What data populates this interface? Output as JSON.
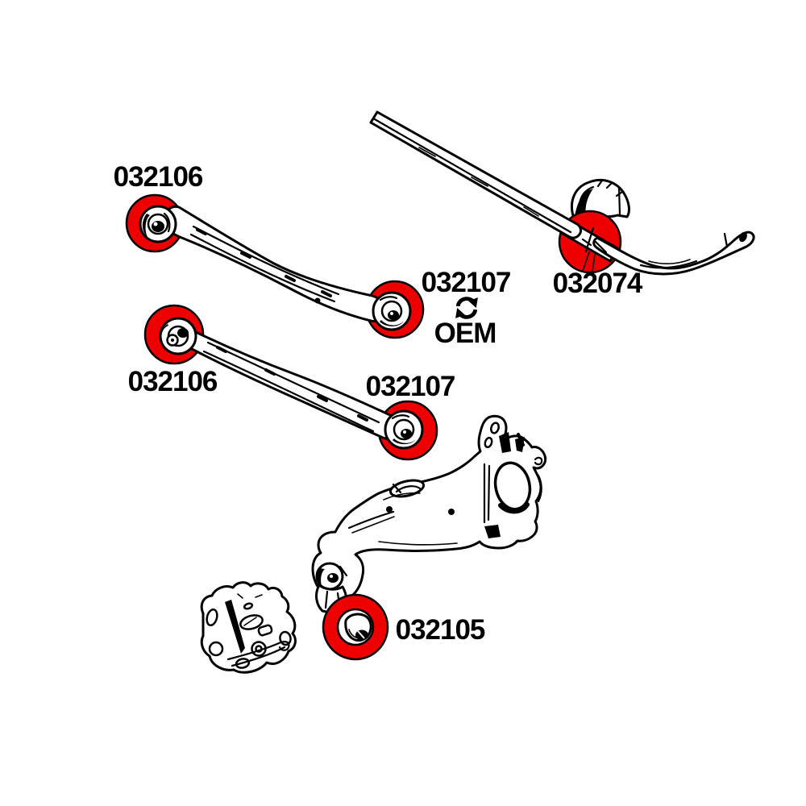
{
  "colors": {
    "highlight": "#ee0000",
    "ink": "#000000",
    "paper": "#ffffff"
  },
  "parts": {
    "upper_arm_front_bushing": "032106",
    "upper_arm_rear_bushing": "032107",
    "lower_arm_front_bushing": "032106",
    "lower_arm_rear_bushing": "032107",
    "sway_bar_bushing": "032074",
    "trailing_arm_bushing": "032105"
  },
  "oem_label": "OEM",
  "icons": {
    "oem_exchange": "oem-exchange-icon"
  }
}
